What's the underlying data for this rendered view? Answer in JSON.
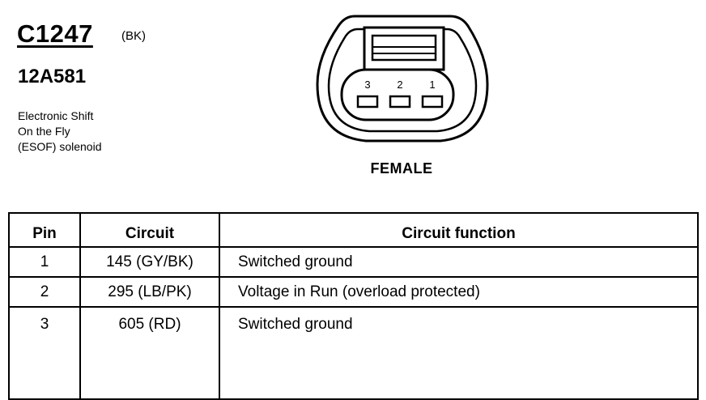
{
  "connector": {
    "id": "C1247",
    "color": "(BK)",
    "part_number": "12A581",
    "description_lines": [
      "Electronic Shift",
      "On the Fly",
      "(ESOF) solenoid"
    ],
    "gender": "FEMALE",
    "cavity_labels": [
      "3",
      "2",
      "1"
    ]
  },
  "table": {
    "headers": {
      "pin": "Pin",
      "circuit": "Circuit",
      "function": "Circuit function"
    },
    "rows": [
      {
        "pin": "1",
        "circuit": "145 (GY/BK)",
        "function": "Switched ground"
      },
      {
        "pin": "2",
        "circuit": "295 (LB/PK)",
        "function": "Voltage in Run (overload protected)"
      },
      {
        "pin": "3",
        "circuit": "605 (RD)",
        "function": "Switched ground"
      }
    ]
  }
}
